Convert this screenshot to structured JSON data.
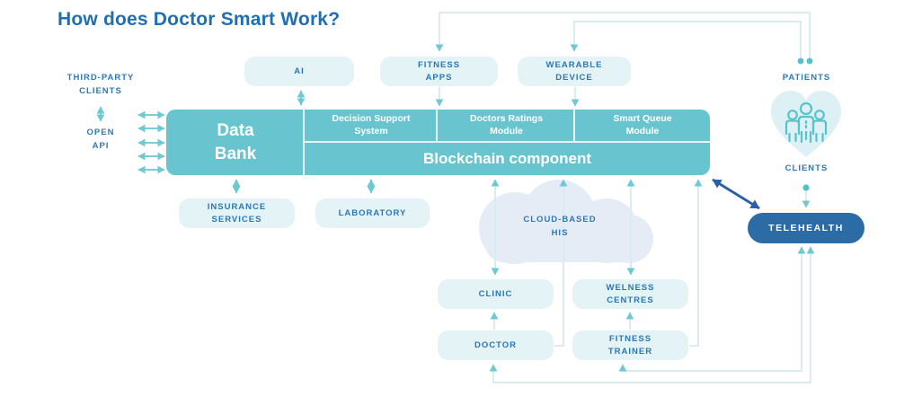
{
  "title": "How does Doctor Smart Work?",
  "nodes": {
    "third_party_clients": "THIRD-PARTY\nCLIENTS",
    "open_api": "OPEN\nAPI",
    "ai": "AI",
    "fitness_apps": "FITNESS\nAPPS",
    "wearable_device": "WEARABLE\nDEVICE",
    "data_bank": "Data\nBank",
    "decision_support_system": "Decision Support\nSystem",
    "doctors_ratings_module": "Doctors Ratings\nModule",
    "smart_queue_module": "Smart Queue\nModule",
    "blockchain_component": "Blockchain component",
    "insurance_services": "INSURANCE\nSERVICES",
    "laboratory": "LABORATORY",
    "cloud_based_his": "CLOUD-BASED\nHIS",
    "clinic": "CLINIC",
    "welness_centres": "WELNESS\nCENTRES",
    "doctor": "DOCTOR",
    "fitness_trainer": "FITNESS\nTRAINER",
    "patients": "PATIENTS",
    "clients": "CLIENTS",
    "telehealth": "TELEHEALTH"
  },
  "colors": {
    "title_blue": "#1f6fb2",
    "label_blue": "#2e78b5",
    "band_teal": "#68c5cf",
    "light_box_bg": "#e3f3f6",
    "light_line": "#d9edf1",
    "arrow_teal": "#6fc9d3",
    "double_arrow_teal": "#7bcdd6",
    "dot_teal": "#54c0cc",
    "cloud_bg": "#e5ecf6",
    "heart_bg": "#ddf1f4",
    "heart_icon_stroke": "#58c2cd",
    "telehealth_bg": "#2b6ba6",
    "dark_arrow_blue": "#2b5ea8"
  }
}
